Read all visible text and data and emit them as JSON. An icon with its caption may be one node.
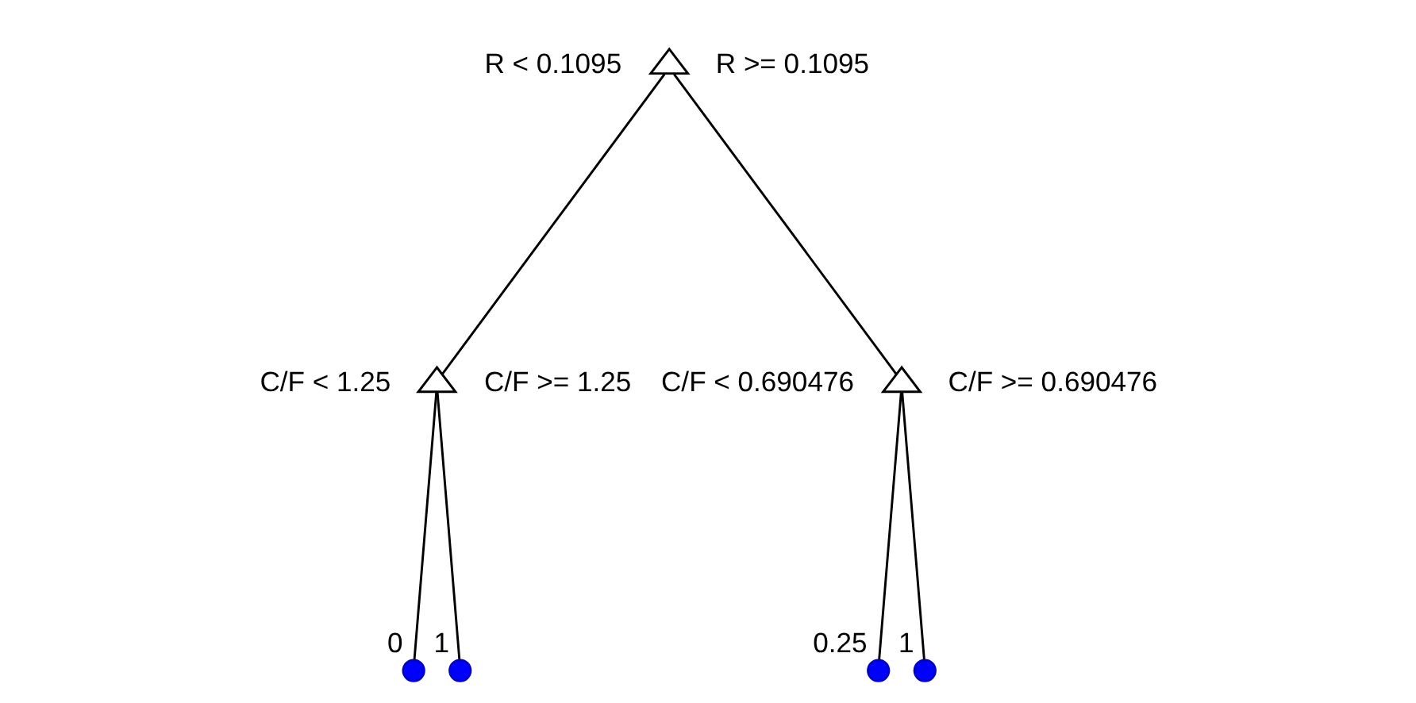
{
  "diagram": {
    "nodes": [
      {
        "text": [],
        "shape": "triangle",
        "beside": [
          "R < 0.1095",
          "R >= 0.1095"
        ]
      },
      {
        "text": [],
        "shape": "triangle",
        "beside": [
          "C/F < 1.25",
          "C/F >= 1.25"
        ]
      },
      {
        "text": [],
        "shape": "triangle",
        "beside": [
          "C/F < 0.690476",
          "C/F >= 0.690476"
        ]
      },
      {
        "text": [],
        "shape": "circle",
        "beside": [
          "0"
        ]
      },
      {
        "text": [],
        "shape": "circle",
        "beside": [
          "1"
        ]
      },
      {
        "text": [],
        "shape": "circle",
        "beside": [
          "0.25"
        ]
      },
      {
        "text": [],
        "shape": "circle",
        "beside": [
          "1"
        ]
      }
    ],
    "edges": [
      {
        "from": 0,
        "to": 1,
        "arrow": "none"
      },
      {
        "from": 0,
        "to": 2,
        "arrow": "none"
      },
      {
        "from": 1,
        "to": 3,
        "arrow": "none"
      },
      {
        "from": 1,
        "to": 4,
        "arrow": "none"
      },
      {
        "from": 2,
        "to": 5,
        "arrow": "none"
      },
      {
        "from": 2,
        "to": 6,
        "arrow": "none"
      }
    ]
  }
}
